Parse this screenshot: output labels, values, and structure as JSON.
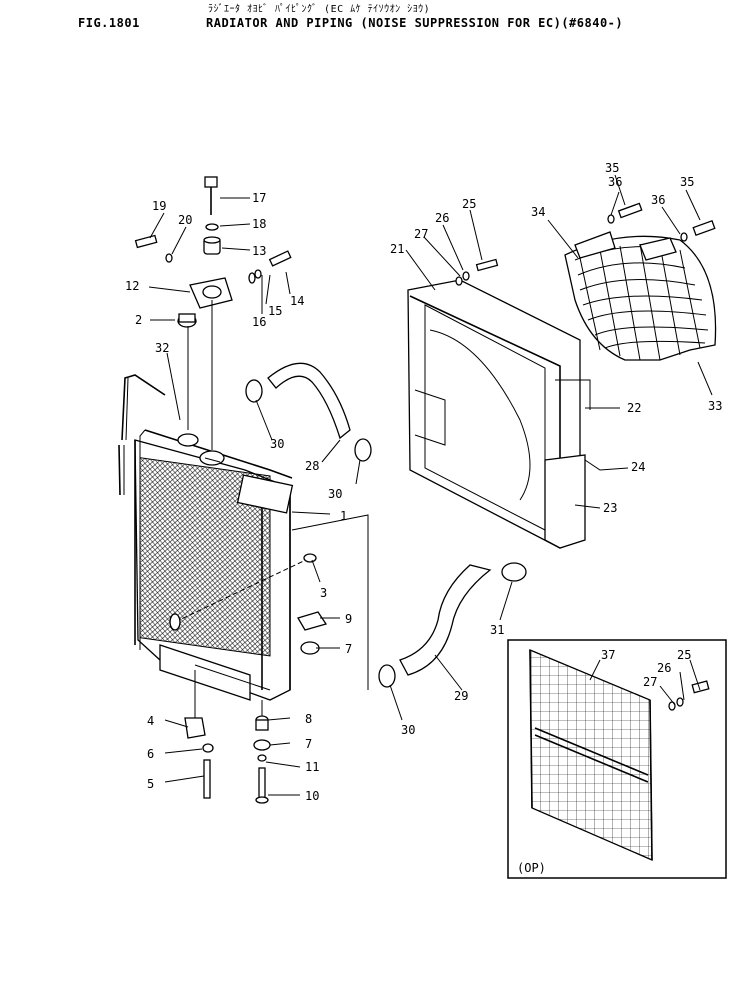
{
  "header": {
    "subtitle_jp": "ﾗｼﾞｴｰﾀ ｵﾖﾋﾞ ﾊﾟｲﾋﾟﾝｸﾞ (EC ﾑｹ ﾃｲｿｳｵﾝ ｼﾖｳ)",
    "figure": "FIG.1801",
    "title": "RADIATOR AND PIPING (NOISE SUPPRESSION FOR EC)(#6840-)"
  },
  "inset_label": "(OP)",
  "parts": [
    {
      "id": "p1",
      "n": "1"
    },
    {
      "id": "p2",
      "n": "2"
    },
    {
      "id": "p3",
      "n": "3"
    },
    {
      "id": "p4",
      "n": "4"
    },
    {
      "id": "p5",
      "n": "5"
    },
    {
      "id": "p6",
      "n": "6"
    },
    {
      "id": "p7a",
      "n": "7"
    },
    {
      "id": "p7b",
      "n": "7"
    },
    {
      "id": "p8",
      "n": "8"
    },
    {
      "id": "p9",
      "n": "9"
    },
    {
      "id": "p10",
      "n": "10"
    },
    {
      "id": "p11",
      "n": "11"
    },
    {
      "id": "p12",
      "n": "12"
    },
    {
      "id": "p13",
      "n": "13"
    },
    {
      "id": "p14",
      "n": "14"
    },
    {
      "id": "p15",
      "n": "15"
    },
    {
      "id": "p16",
      "n": "16"
    },
    {
      "id": "p17",
      "n": "17"
    },
    {
      "id": "p18",
      "n": "18"
    },
    {
      "id": "p19",
      "n": "19"
    },
    {
      "id": "p20",
      "n": "20"
    },
    {
      "id": "p21",
      "n": "21"
    },
    {
      "id": "p22",
      "n": "22"
    },
    {
      "id": "p23",
      "n": "23"
    },
    {
      "id": "p24",
      "n": "24"
    },
    {
      "id": "p25a",
      "n": "25"
    },
    {
      "id": "p25b",
      "n": "25"
    },
    {
      "id": "p26a",
      "n": "26"
    },
    {
      "id": "p26b",
      "n": "26"
    },
    {
      "id": "p27a",
      "n": "27"
    },
    {
      "id": "p27b",
      "n": "27"
    },
    {
      "id": "p28",
      "n": "28"
    },
    {
      "id": "p29",
      "n": "29"
    },
    {
      "id": "p30a",
      "n": "30"
    },
    {
      "id": "p30b",
      "n": "30"
    },
    {
      "id": "p30c",
      "n": "30"
    },
    {
      "id": "p31",
      "n": "31"
    },
    {
      "id": "p32",
      "n": "32"
    },
    {
      "id": "p33",
      "n": "33"
    },
    {
      "id": "p34",
      "n": "34"
    },
    {
      "id": "p35a",
      "n": "35"
    },
    {
      "id": "p35b",
      "n": "35"
    },
    {
      "id": "p36a",
      "n": "36"
    },
    {
      "id": "p36b",
      "n": "36"
    },
    {
      "id": "p37",
      "n": "37"
    }
  ]
}
